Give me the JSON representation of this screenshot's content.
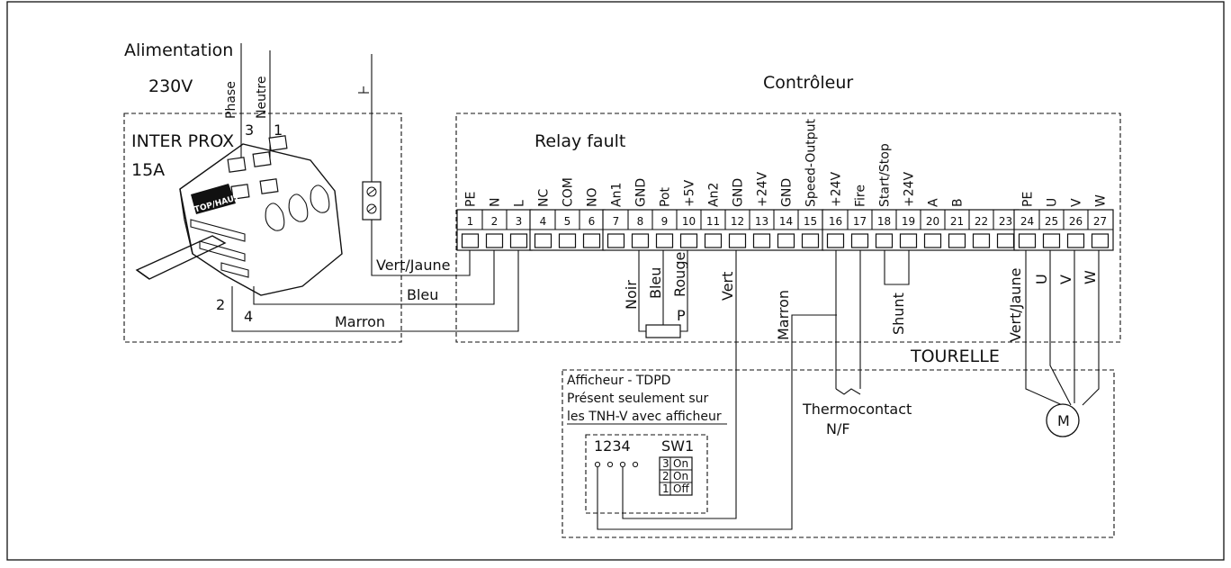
{
  "alimentation": {
    "title": "Alimentation",
    "voltage": "230V",
    "phase": "Phase",
    "neutre": "Neutre"
  },
  "inter": {
    "title": "INTER PROX",
    "rating": "15A",
    "label_top": "TOP/HAUT",
    "p3": "3",
    "p1": "1",
    "p2": "2",
    "p4": "4"
  },
  "controleur": {
    "title": "Contrôleur",
    "relay_fault": "Relay fault",
    "shunt": "Shunt"
  },
  "terminals": [
    {
      "n": "1",
      "label": "PE"
    },
    {
      "n": "2",
      "label": "N"
    },
    {
      "n": "3",
      "label": "L"
    },
    {
      "n": "4",
      "label": "NC"
    },
    {
      "n": "5",
      "label": "COM"
    },
    {
      "n": "6",
      "label": "NO"
    },
    {
      "n": "7",
      "label": "An1"
    },
    {
      "n": "8",
      "label": "GND"
    },
    {
      "n": "9",
      "label": "Pot"
    },
    {
      "n": "10",
      "label": "+5V"
    },
    {
      "n": "11",
      "label": "An2"
    },
    {
      "n": "12",
      "label": "GND"
    },
    {
      "n": "13",
      "label": "+24V"
    },
    {
      "n": "14",
      "label": "GND"
    },
    {
      "n": "15",
      "label": "Speed-Output"
    },
    {
      "n": "16",
      "label": "+24V"
    },
    {
      "n": "17",
      "label": "Fire"
    },
    {
      "n": "18",
      "label": "Start/Stop"
    },
    {
      "n": "19",
      "label": "+24V"
    },
    {
      "n": "20",
      "label": "A"
    },
    {
      "n": "21",
      "label": "B"
    },
    {
      "n": "22",
      "label": ""
    },
    {
      "n": "23",
      "label": ""
    },
    {
      "n": "24",
      "label": "PE"
    },
    {
      "n": "25",
      "label": "U"
    },
    {
      "n": "26",
      "label": "V"
    },
    {
      "n": "27",
      "label": "W"
    }
  ],
  "wires": {
    "vert_jaune": "Vert/Jaune",
    "bleu": "Bleu",
    "marron": "Marron",
    "noir": "Noir",
    "bleu2": "Bleu",
    "rouge": "Rouge",
    "vert": "Vert",
    "marron2": "Marron",
    "vert_jaune2": "Vert/Jaune",
    "u": "U",
    "v": "V",
    "w": "W",
    "p": "P"
  },
  "tourelle": {
    "title": "TOURELLE",
    "thermocontact": "Thermocontact",
    "nf": "N/F",
    "motor": "M"
  },
  "afficheur": {
    "title": "Afficheur - TDPD",
    "line2": "Présent seulement sur",
    "line3": "les TNH-V avec afficheur",
    "pins": "1234",
    "sw": "SW1",
    "sw_rows": [
      {
        "n": "3",
        "v": "On"
      },
      {
        "n": "2",
        "v": "On"
      },
      {
        "n": "1",
        "v": "Off"
      }
    ]
  }
}
